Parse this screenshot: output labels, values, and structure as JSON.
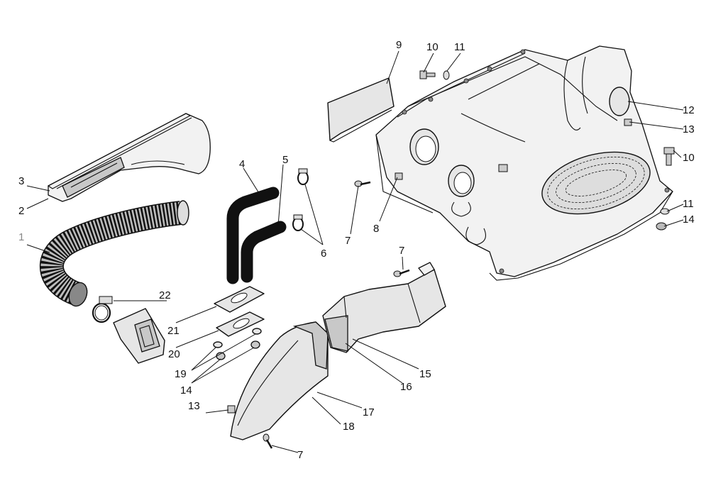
{
  "diagram": {
    "callouts": [
      {
        "id": "c1",
        "text": "1",
        "muted": true
      },
      {
        "id": "c2",
        "text": "2"
      },
      {
        "id": "c3",
        "text": "3"
      },
      {
        "id": "c4",
        "text": "4"
      },
      {
        "id": "c5",
        "text": "5"
      },
      {
        "id": "c6",
        "text": "6"
      },
      {
        "id": "c7a",
        "text": "7"
      },
      {
        "id": "c7b",
        "text": "7"
      },
      {
        "id": "c7c",
        "text": "7"
      },
      {
        "id": "c8",
        "text": "8"
      },
      {
        "id": "c9",
        "text": "9"
      },
      {
        "id": "c10a",
        "text": "10"
      },
      {
        "id": "c10b",
        "text": "10"
      },
      {
        "id": "c11a",
        "text": "11"
      },
      {
        "id": "c11b",
        "text": "11"
      },
      {
        "id": "c12",
        "text": "12"
      },
      {
        "id": "c13a",
        "text": "13"
      },
      {
        "id": "c13b",
        "text": "13"
      },
      {
        "id": "c14a",
        "text": "14"
      },
      {
        "id": "c14b",
        "text": "14"
      },
      {
        "id": "c15",
        "text": "15"
      },
      {
        "id": "c16",
        "text": "16"
      },
      {
        "id": "c17",
        "text": "17"
      },
      {
        "id": "c18",
        "text": "18"
      },
      {
        "id": "c19",
        "text": "19"
      },
      {
        "id": "c20",
        "text": "20"
      },
      {
        "id": "c21",
        "text": "21"
      },
      {
        "id": "c22",
        "text": "22"
      }
    ]
  }
}
